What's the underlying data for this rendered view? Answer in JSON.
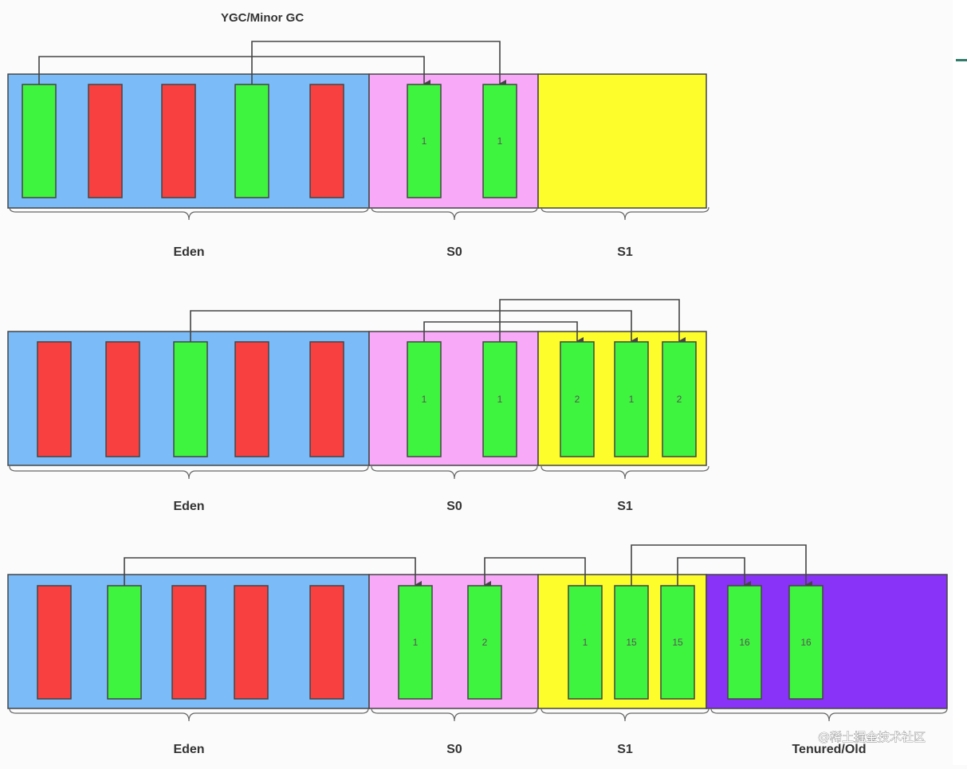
{
  "title": "YGC/Minor GC",
  "watermark": "@稀土掘金技术社区",
  "colors": {
    "eden": "#7bbcf8",
    "s0": "#f8aaf8",
    "s1": "#fdfd2c",
    "old": "#8a33f8",
    "live": "#3ff43f",
    "dead": "#f84040"
  },
  "rows": [
    {
      "regions": [
        {
          "key": "eden",
          "label": "Eden"
        },
        {
          "key": "s0",
          "label": "S0"
        },
        {
          "key": "s1",
          "label": "S1"
        }
      ],
      "objects": [
        {
          "region": "eden",
          "live": true,
          "age": ""
        },
        {
          "region": "eden",
          "live": false,
          "age": ""
        },
        {
          "region": "eden",
          "live": false,
          "age": ""
        },
        {
          "region": "eden",
          "live": true,
          "age": ""
        },
        {
          "region": "eden",
          "live": false,
          "age": ""
        },
        {
          "region": "s0",
          "live": true,
          "age": "1"
        },
        {
          "region": "s0",
          "live": true,
          "age": "1"
        }
      ],
      "arrows": [
        [
          0,
          5
        ],
        [
          3,
          6
        ]
      ]
    },
    {
      "regions": [
        {
          "key": "eden",
          "label": "Eden"
        },
        {
          "key": "s0",
          "label": "S0"
        },
        {
          "key": "s1",
          "label": "S1"
        }
      ],
      "objects": [
        {
          "region": "eden",
          "live": false,
          "age": ""
        },
        {
          "region": "eden",
          "live": false,
          "age": ""
        },
        {
          "region": "eden",
          "live": true,
          "age": ""
        },
        {
          "region": "eden",
          "live": false,
          "age": ""
        },
        {
          "region": "eden",
          "live": false,
          "age": ""
        },
        {
          "region": "s0",
          "live": true,
          "age": "1"
        },
        {
          "region": "s0",
          "live": true,
          "age": "1"
        },
        {
          "region": "s1",
          "live": true,
          "age": "2"
        },
        {
          "region": "s1",
          "live": true,
          "age": "1"
        },
        {
          "region": "s1",
          "live": true,
          "age": "2"
        }
      ],
      "arrows": [
        [
          2,
          8
        ],
        [
          5,
          7
        ],
        [
          6,
          9
        ]
      ]
    },
    {
      "regions": [
        {
          "key": "eden",
          "label": "Eden"
        },
        {
          "key": "s0",
          "label": "S0"
        },
        {
          "key": "s1",
          "label": "S1"
        },
        {
          "key": "old",
          "label": "Tenured/Old"
        }
      ],
      "objects": [
        {
          "region": "eden",
          "live": false,
          "age": ""
        },
        {
          "region": "eden",
          "live": true,
          "age": ""
        },
        {
          "region": "eden",
          "live": false,
          "age": ""
        },
        {
          "region": "eden",
          "live": false,
          "age": ""
        },
        {
          "region": "eden",
          "live": false,
          "age": ""
        },
        {
          "region": "s0",
          "live": true,
          "age": "1"
        },
        {
          "region": "s0",
          "live": true,
          "age": "2"
        },
        {
          "region": "s1",
          "live": true,
          "age": "1"
        },
        {
          "region": "s1",
          "live": true,
          "age": "15"
        },
        {
          "region": "s1",
          "live": true,
          "age": "15"
        },
        {
          "region": "old",
          "live": true,
          "age": "16"
        },
        {
          "region": "old",
          "live": true,
          "age": "16"
        }
      ],
      "arrows": [
        [
          1,
          5
        ],
        [
          7,
          6
        ],
        [
          9,
          10
        ],
        [
          8,
          11
        ]
      ]
    }
  ]
}
